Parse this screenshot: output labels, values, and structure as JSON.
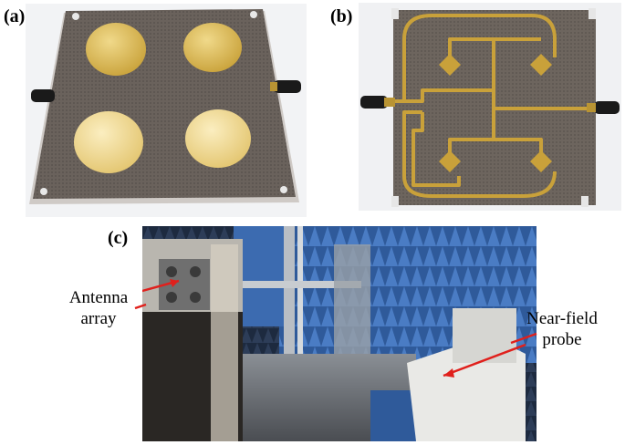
{
  "panels": {
    "a": {
      "label": "(a)"
    },
    "b": {
      "label": "(b)"
    },
    "c": {
      "label": "(c)"
    }
  },
  "annotations": {
    "antenna": {
      "line1": "Antenna",
      "line2": "array"
    },
    "probe": {
      "line1": "Near-field",
      "line2": "probe"
    }
  },
  "colors": {
    "substrate": "#6a625c",
    "patch": "#d9b84a",
    "trace": "#c9a13a",
    "chamber_absorber": "#3f6aa8",
    "arrow": "#e0201c"
  }
}
